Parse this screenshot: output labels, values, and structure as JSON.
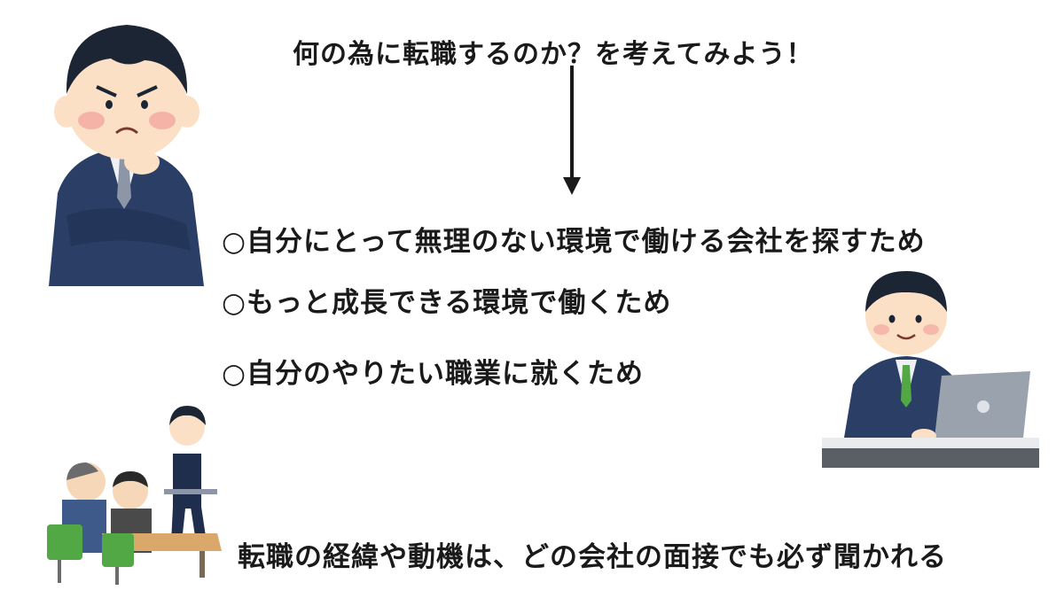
{
  "title": "何の為に転職するのか？を考えてみよう！",
  "items": [
    "○自分にとって無理のない環境で働ける会社を探すため",
    "○もっと成長できる環境で働くため",
    "○自分のやりたい職業に就くため"
  ],
  "note": "転職の経緯や動機は、どの会社の面接でも必ず聞かれる",
  "colors": {
    "suit": "#2b3f66",
    "hair": "#1b2533",
    "skin": "#fbe0c6",
    "chair_green": "#52a845",
    "text": "#1a1a1a"
  },
  "icons": [
    "thinking-man-illustration",
    "laptop-worker-illustration",
    "interview-illustration",
    "arrow-down-icon"
  ]
}
